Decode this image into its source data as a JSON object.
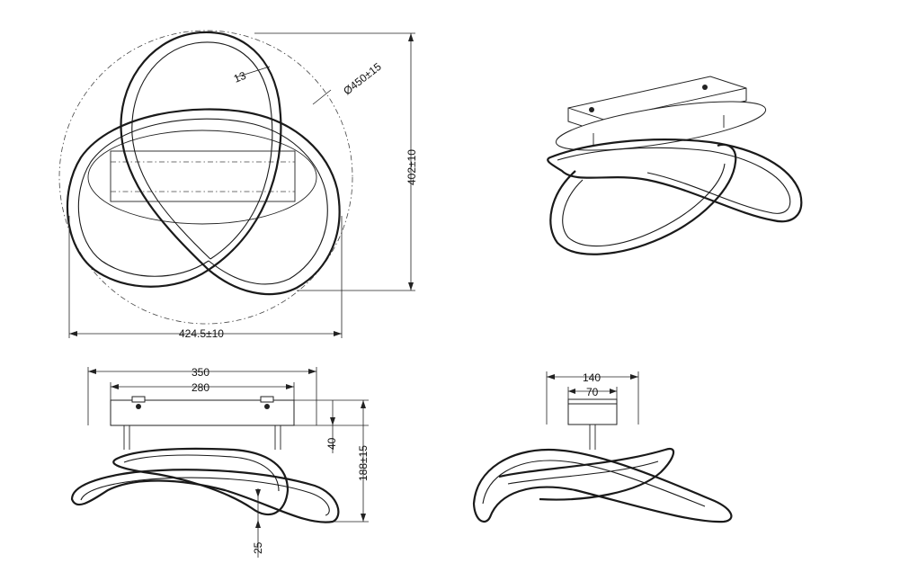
{
  "dimensions": {
    "ring_width": "13",
    "diameter": "Ø450±15",
    "height_top": "402±10",
    "width_top": "424.5±10",
    "plate_length": "350",
    "screw_distance": "280",
    "plate_depth": "140",
    "plate_inner": "70",
    "rod_length": "40",
    "total_height": "188±15",
    "ring_thickness": "25"
  }
}
